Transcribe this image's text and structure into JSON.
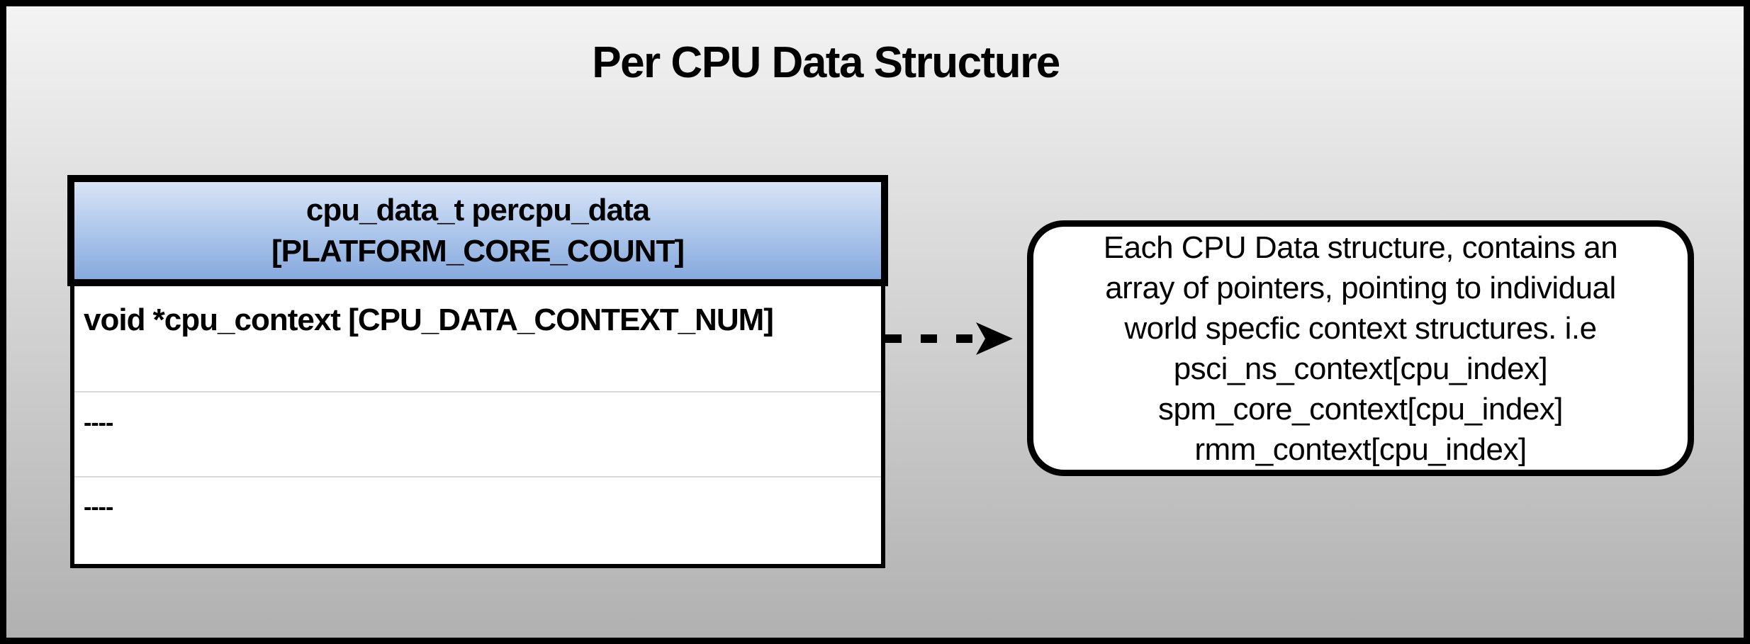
{
  "title": "Per CPU Data Structure",
  "struct_table": {
    "header": {
      "line1": "cpu_data_t percpu_data",
      "line2": "[PLATFORM_CORE_COUNT]"
    },
    "rows": [
      {
        "label": "void *cpu_context [CPU_DATA_CONTEXT_NUM]"
      },
      {
        "label": "----"
      },
      {
        "label": "----"
      }
    ]
  },
  "arrow": {
    "style": "dashed",
    "direction": "right"
  },
  "note": {
    "lines": [
      "Each CPU Data structure, contains an",
      "array of pointers, pointing to individual",
      "world specfic context structures. i.e",
      "psci_ns_context[cpu_index]",
      "spm_core_context[cpu_index]",
      "rmm_context[cpu_index]"
    ]
  },
  "colors": {
    "background_top": "#f4f4f4",
    "background_bottom": "#b0b0b0",
    "frame_border": "#000000",
    "header_gradient_top": "#d8e4f7",
    "header_gradient_bottom": "#86a9dd",
    "table_fill": "#ffffff",
    "row_divider": "#dadada",
    "text": "#000000"
  }
}
